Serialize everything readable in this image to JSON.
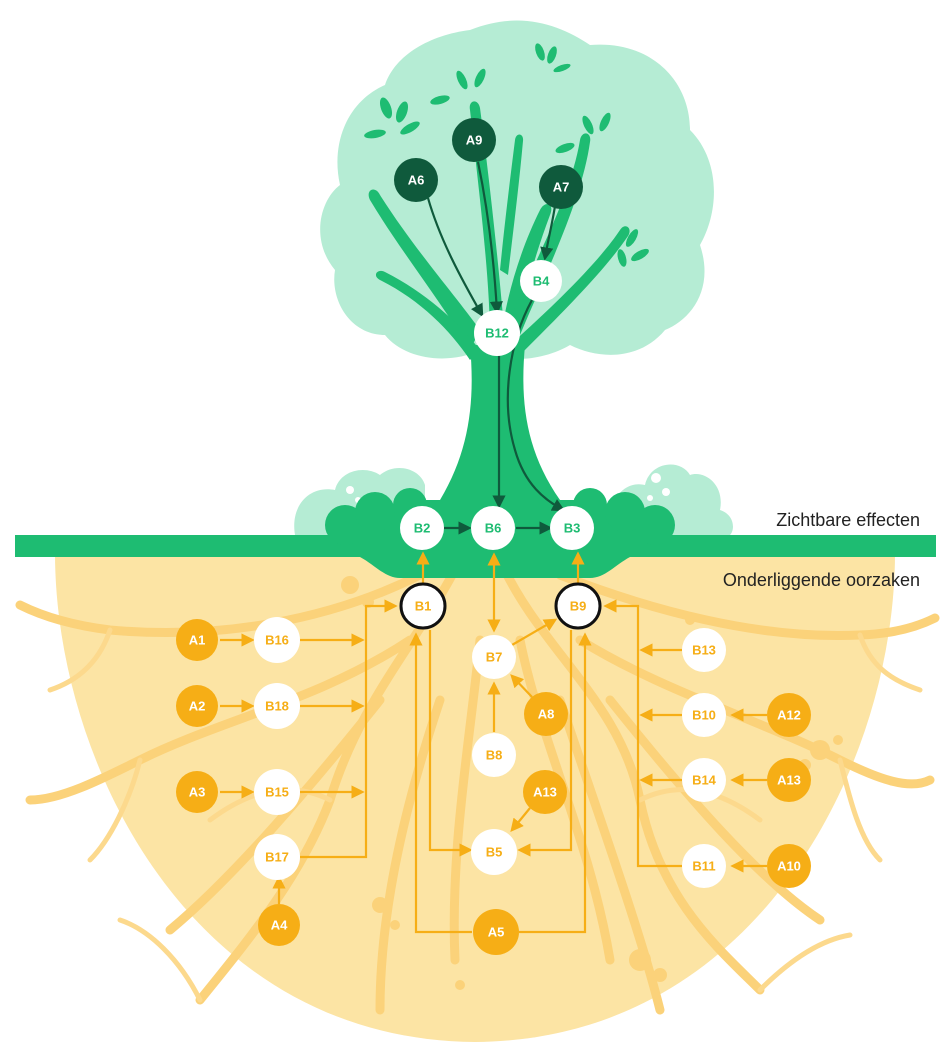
{
  "labels": {
    "visible": "Zichtbare effecten",
    "underlying": "Onderliggende oorzaken"
  },
  "colors": {
    "tree_light": "#b5ecd4",
    "tree_main": "#1ebc72",
    "tree_dark": "#0f5a3c",
    "soil": "#fce4a4",
    "root": "#fbd27a",
    "cause": "#f6ae16",
    "node_white": "#ffffff"
  },
  "nodes": [
    {
      "id": "A6",
      "kind": "dark-green"
    },
    {
      "id": "A9",
      "kind": "dark-green"
    },
    {
      "id": "A7",
      "kind": "dark-green"
    },
    {
      "id": "B4",
      "kind": "white-green"
    },
    {
      "id": "B12",
      "kind": "white-green"
    },
    {
      "id": "B2",
      "kind": "white-green"
    },
    {
      "id": "B6",
      "kind": "white-green"
    },
    {
      "id": "B3",
      "kind": "white-green"
    },
    {
      "id": "B1",
      "kind": "outlined"
    },
    {
      "id": "B9",
      "kind": "outlined"
    },
    {
      "id": "A1",
      "kind": "orange"
    },
    {
      "id": "A2",
      "kind": "orange"
    },
    {
      "id": "A3",
      "kind": "orange"
    },
    {
      "id": "A4",
      "kind": "orange"
    },
    {
      "id": "B16",
      "kind": "white-orange"
    },
    {
      "id": "B18",
      "kind": "white-orange"
    },
    {
      "id": "B15",
      "kind": "white-orange"
    },
    {
      "id": "B17",
      "kind": "white-orange"
    },
    {
      "id": "B7",
      "kind": "white-orange"
    },
    {
      "id": "B8",
      "kind": "white-orange"
    },
    {
      "id": "A8",
      "kind": "orange"
    },
    {
      "id": "A13",
      "kind": "orange",
      "key": "A13a"
    },
    {
      "id": "B5",
      "kind": "white-orange"
    },
    {
      "id": "A5",
      "kind": "orange"
    },
    {
      "id": "B13",
      "kind": "white-orange"
    },
    {
      "id": "B10",
      "kind": "white-orange"
    },
    {
      "id": "B14",
      "kind": "white-orange"
    },
    {
      "id": "B11",
      "kind": "white-orange"
    },
    {
      "id": "A12",
      "kind": "orange"
    },
    {
      "id": "A13",
      "kind": "orange",
      "key": "A13b"
    },
    {
      "id": "A10",
      "kind": "orange"
    }
  ]
}
